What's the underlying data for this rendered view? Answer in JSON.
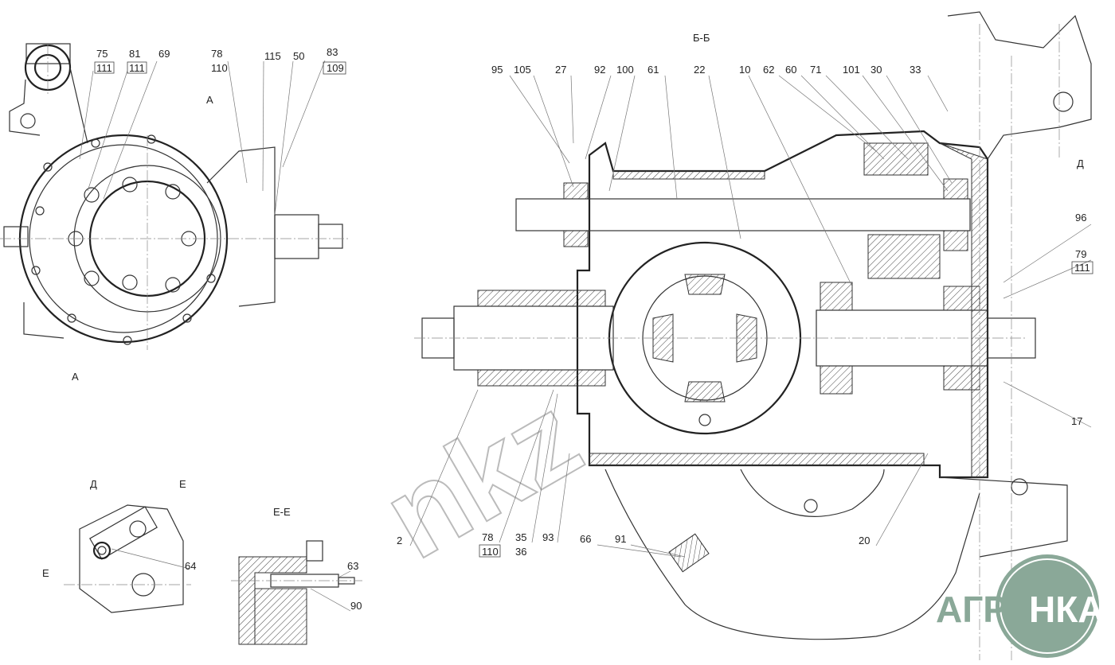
{
  "title": "Б-Б",
  "section_marks": {
    "a_top": "А",
    "a_bottom": "А",
    "d_right": "Д",
    "d_view": "Д",
    "e_top": "Е",
    "e_left": "Е",
    "ee_title": "Е-Е"
  },
  "left_view_labels": [
    {
      "num": "75",
      "sub": "111"
    },
    {
      "num": "81",
      "sub": "111"
    },
    {
      "num": "69"
    },
    {
      "num": "78",
      "sub": "110"
    },
    {
      "num": "115"
    },
    {
      "num": "50"
    },
    {
      "num": "83",
      "sub": "109"
    }
  ],
  "top_labels": [
    "95",
    "105",
    "27",
    "92",
    "100",
    "61",
    "22",
    "10",
    "62",
    "60",
    "71",
    "101",
    "30",
    "33"
  ],
  "right_labels": [
    {
      "num": "96"
    },
    {
      "num": "79",
      "sub": "111"
    },
    {
      "num": "17"
    }
  ],
  "bottom_labels": [
    {
      "num": "2"
    },
    {
      "num": "78",
      "sub": "110"
    },
    {
      "num": "35",
      "sub": "36"
    },
    {
      "num": "93"
    },
    {
      "num": "66"
    },
    {
      "num": "91"
    },
    {
      "num": "20"
    }
  ],
  "detail_labels": {
    "n64": "64",
    "n63": "63",
    "n90": "90"
  },
  "watermark": "nkz",
  "logo": {
    "left": "АГРО",
    "right": "НКА",
    "color": "#8aa898"
  }
}
